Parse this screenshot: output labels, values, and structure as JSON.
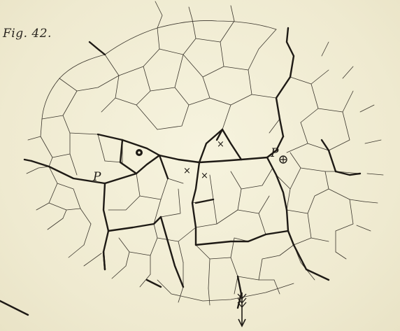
{
  "figure": {
    "label": "Fig. 42.",
    "markers": {
      "p_left": "P",
      "p_right": "P",
      "cross": "×"
    },
    "colors": {
      "paper": "#f2efd8",
      "ink": "#1e1a15"
    }
  }
}
